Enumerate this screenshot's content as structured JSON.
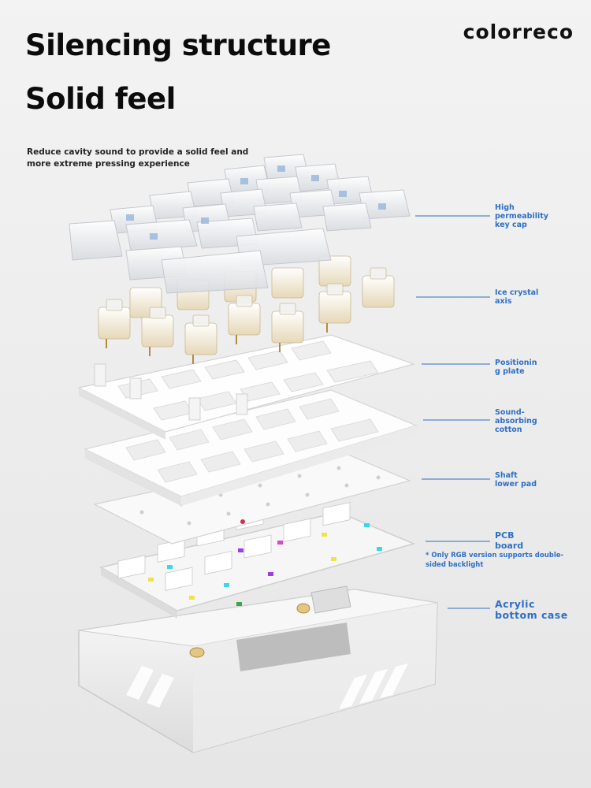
{
  "brand": "colorreco",
  "headline_1": "Silencing structure",
  "headline_2": "Solid feel",
  "subheadline": "Reduce cavity sound to provide a solid feel and more extreme pressing experience",
  "accent_color": "#2f6fc4",
  "layers": [
    {
      "id": "keycap",
      "label": "High permeability key cap"
    },
    {
      "id": "switch",
      "label": "Ice crystal axis"
    },
    {
      "id": "plate",
      "label": "Positioning plate"
    },
    {
      "id": "cotton",
      "label": "Sound-absorbing cotton"
    },
    {
      "id": "pad",
      "label": "Shaft lower pad"
    },
    {
      "id": "pcb",
      "label": "PCB board",
      "note": "* Only RGB version supports double-sided backlight"
    },
    {
      "id": "case",
      "label": "Acrylic bottom case"
    }
  ]
}
